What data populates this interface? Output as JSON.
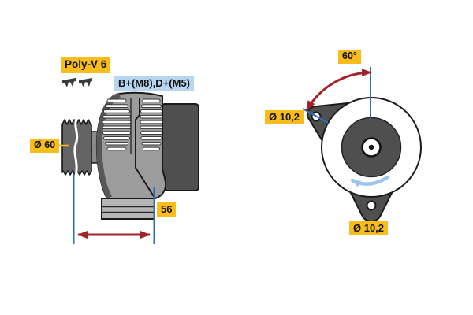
{
  "side_view": {
    "belt_label": "Poly-V 6",
    "terminal_label": "B+(M8),D+(M5)",
    "pulley_diameter_label": "Ø 60",
    "mounting_width_label": "56"
  },
  "front_view": {
    "angle_label": "60°",
    "upper_hole_label": "Ø 10,2",
    "lower_hole_label": "Ø 10,2"
  },
  "colors": {
    "background": "#FFFFFF",
    "label_yellow": "#F8BD1A",
    "label_blue": "#B8D6F0",
    "dim_blue": "#2E6DB4",
    "dim_red": "#A02428",
    "rotation_blue": "#9CC6EC",
    "body_gray": "#9C9C9C",
    "dark_gray": "#4F4F4F",
    "pulley_gray": "#646464",
    "foot_gray": "#B5B5B5",
    "outline": "#1A1A1A",
    "text": "#111111"
  }
}
